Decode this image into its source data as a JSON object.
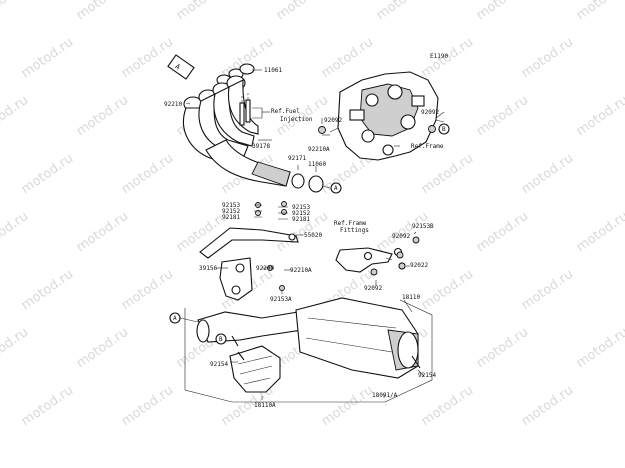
{
  "diagram": {
    "code": "E1190",
    "watermark": "motod.ru",
    "callouts": {
      "p11061": "11061",
      "p92210": "92210",
      "ref_fuel_1": "Ref.Fuel",
      "ref_fuel_2": "Injection",
      "p39178": "39178",
      "p92092_top": "92092",
      "p92210A_top": "92210A",
      "p92092_right": "92092",
      "ref_frame": "Ref.Frame",
      "p92171": "92171",
      "p11060": "11060",
      "p92153_l": "92153",
      "p92152_l": "92152",
      "p92181_l": "92181",
      "p92153_r": "92153",
      "p92152_r": "92152",
      "p92181_r": "92181",
      "p55020": "55020",
      "ref_frame_fit_1": "Ref.Frame",
      "ref_frame_fit_2": "Fittings",
      "p92153B": "92153B",
      "p92092_mid": "92092",
      "p92022": "92022",
      "p39156": "39156",
      "p92200": "92200",
      "p92210A_mid": "92210A",
      "p92092_low": "92092",
      "p92153A": "92153A",
      "p18110": "18110",
      "p92154_l": "92154",
      "p92154_r": "92154",
      "p18110A": "18110A",
      "p18091A": "18091/A"
    },
    "refs": {
      "A": "A",
      "B": "B"
    }
  }
}
